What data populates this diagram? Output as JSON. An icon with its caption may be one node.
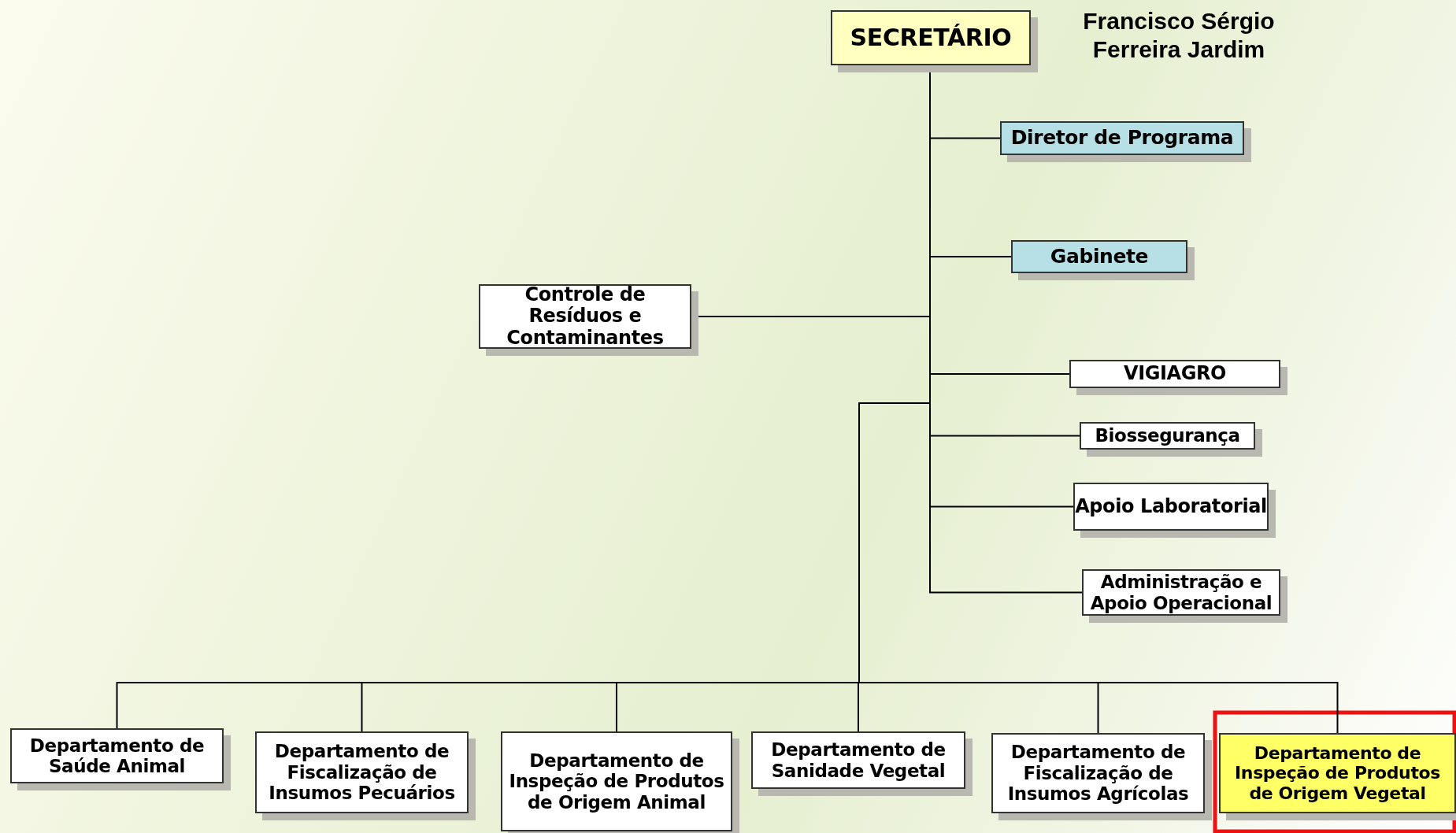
{
  "diagram": {
    "nodes": [
      {
        "text": [
          "SECRETÁRIO"
        ],
        "beside": [
          "Francisco Sérgio Ferreira Jardim"
        ]
      },
      {
        "text": [
          "Diretor de Programa"
        ]
      },
      {
        "text": [
          "Gabinete"
        ]
      },
      {
        "text": [
          "Controle de Resíduos e Contaminantes"
        ]
      },
      {
        "text": [
          "VIGIAGRO"
        ]
      },
      {
        "text": [
          "Biossegurança"
        ]
      },
      {
        "text": [
          "Apoio Laboratorial"
        ]
      },
      {
        "text": [
          "Administração e Apoio Operacional"
        ]
      },
      {
        "text": [
          "Departamento de Saúde Animal"
        ]
      },
      {
        "text": [
          "Departamento de Fiscalização de Insumos Pecuários"
        ]
      },
      {
        "text": [
          "Departamento de Inspeção de Produtos de Origem Animal"
        ]
      },
      {
        "text": [
          "Departamento de Sanidade Vegetal"
        ]
      },
      {
        "text": [
          "Departamento de Fiscalização de Insumos Agrícolas"
        ]
      },
      {
        "text": [
          "Departamento de Inspeção de Produtos de Origem Vegetal"
        ]
      }
    ],
    "edges": [
      {
        "from": 0,
        "to": 1,
        "arrow": "none"
      },
      {
        "from": 0,
        "to": 2,
        "arrow": "none"
      },
      {
        "from": 0,
        "to": 3,
        "arrow": "none"
      },
      {
        "from": 0,
        "to": 4,
        "arrow": "none"
      },
      {
        "from": 0,
        "to": 5,
        "arrow": "none"
      },
      {
        "from": 0,
        "to": 6,
        "arrow": "none"
      },
      {
        "from": 0,
        "to": 7,
        "arrow": "none"
      },
      {
        "from": 0,
        "to": 8,
        "arrow": "none"
      },
      {
        "from": 0,
        "to": 9,
        "arrow": "none"
      },
      {
        "from": 0,
        "to": 10,
        "arrow": "none"
      },
      {
        "from": 0,
        "to": 11,
        "arrow": "none"
      },
      {
        "from": 0,
        "to": 12,
        "arrow": "none"
      },
      {
        "from": 0,
        "to": 13,
        "arrow": "none"
      }
    ]
  }
}
